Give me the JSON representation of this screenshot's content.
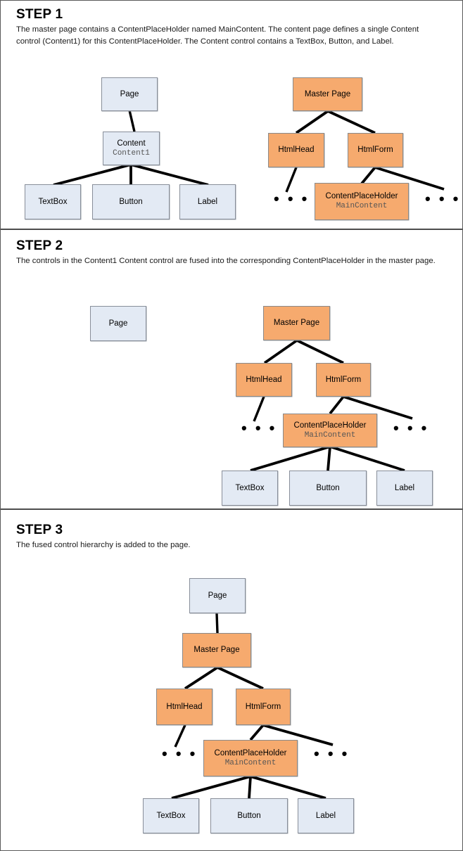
{
  "figure": {
    "title": "ASP.NET master page and content page control hierarchy fusion",
    "palette": {
      "blue_fill": "#e3eaf4",
      "blue_border": "#888e99",
      "orange_fill": "#f6aa6e",
      "orange_border": "#8a8a8a",
      "line": "#000000",
      "text": "#000000",
      "mono_text": "#555555",
      "divider": "#4d4d4d",
      "background": "#ffffff"
    },
    "ellipsis_glyph": "• • •"
  },
  "steps": [
    {
      "id": "step-1",
      "title": "STEP 1",
      "description": "The master page contains a ContentPlaceHolder named MainContent. The content page defines a single Content control (Content1) for this ContentPlaceHolder. The Content control contains a TextBox, Button, and Label.",
      "nodes": {
        "page": {
          "label": "Page",
          "sub": ""
        },
        "content": {
          "label": "Content",
          "sub": "Content1"
        },
        "textbox": {
          "label": "TextBox",
          "sub": ""
        },
        "button": {
          "label": "Button",
          "sub": ""
        },
        "label": {
          "label": "Label",
          "sub": ""
        },
        "master_page": {
          "label": "Master Page",
          "sub": ""
        },
        "html_head": {
          "label": "HtmlHead",
          "sub": ""
        },
        "html_form": {
          "label": "HtmlForm",
          "sub": ""
        },
        "content_placeholder": {
          "label": "ContentPlaceHolder",
          "sub": "MainContent"
        }
      },
      "ellipsis_left": "• • •",
      "ellipsis_right": "• • •"
    },
    {
      "id": "step-2",
      "title": "STEP 2",
      "description": "The controls in the Content1 Content control are fused into the corresponding ContentPlaceHolder in the master page.",
      "nodes": {
        "page": {
          "label": "Page",
          "sub": ""
        },
        "master_page": {
          "label": "Master Page",
          "sub": ""
        },
        "html_head": {
          "label": "HtmlHead",
          "sub": ""
        },
        "html_form": {
          "label": "HtmlForm",
          "sub": ""
        },
        "content_placeholder": {
          "label": "ContentPlaceHolder",
          "sub": "MainContent"
        },
        "textbox": {
          "label": "TextBox",
          "sub": ""
        },
        "button": {
          "label": "Button",
          "sub": ""
        },
        "label": {
          "label": "Label",
          "sub": ""
        }
      },
      "ellipsis_left": "• • •",
      "ellipsis_right": "• • •"
    },
    {
      "id": "step-3",
      "title": "STEP 3",
      "description": "The fused control hierarchy is added to the page.",
      "nodes": {
        "page": {
          "label": "Page",
          "sub": ""
        },
        "master_page": {
          "label": "Master Page",
          "sub": ""
        },
        "html_head": {
          "label": "HtmlHead",
          "sub": ""
        },
        "html_form": {
          "label": "HtmlForm",
          "sub": ""
        },
        "content_placeholder": {
          "label": "ContentPlaceHolder",
          "sub": "MainContent"
        },
        "textbox": {
          "label": "TextBox",
          "sub": ""
        },
        "button": {
          "label": "Button",
          "sub": ""
        },
        "label": {
          "label": "Label",
          "sub": ""
        }
      },
      "ellipsis_left": "• • •",
      "ellipsis_right": "• • •"
    }
  ]
}
